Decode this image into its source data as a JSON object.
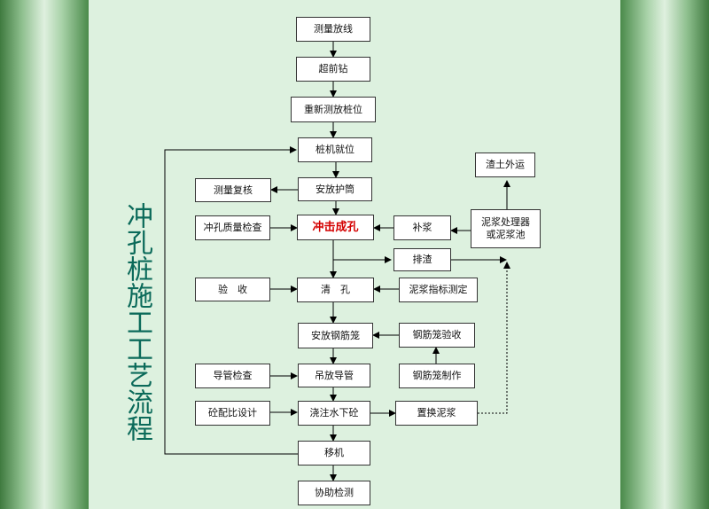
{
  "title": "冲孔桩施工工艺流程",
  "steps": {
    "survey": "测量放线",
    "pre_drill": "超前钻",
    "re_survey": "重新测放桩位",
    "rig_position": "桩机就位",
    "casing": "安放护筒",
    "recheck": "测量复核",
    "impact_drill": "冲击成孔",
    "hole_quality": "冲孔质量检查",
    "refill_slurry": "补浆",
    "slurry_treat": "泥浆处理器\n或泥浆池",
    "spoil_out": "渣土外运",
    "discharge": "排渣",
    "accept": "验　收",
    "clean": "清　孔",
    "slurry_index": "泥浆指标测定",
    "place_cage": "安放钢筋笼",
    "cage_accept": "钢筋笼验收",
    "cage_make": "钢筋笼制作",
    "pipe_check": "导管检查",
    "lift_pipe": "吊放导管",
    "concrete_design": "砼配比设计",
    "pour": "浇注水下砼",
    "replace_slurry": "置换泥浆",
    "move_rig": "移机",
    "assist_test": "协助检测"
  }
}
